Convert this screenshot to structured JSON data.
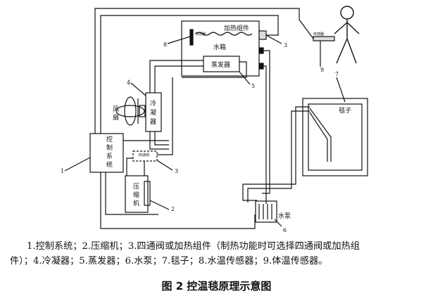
{
  "diagram": {
    "labels": {
      "control_system": [
        "控",
        "制",
        "系",
        "统"
      ],
      "compressor": [
        "压",
        "缩",
        "机"
      ],
      "condenser": [
        "冷",
        "凝",
        "器"
      ],
      "fan": [
        "风",
        "扇"
      ],
      "evaporator": "蒸发器",
      "water_tank": "水箱",
      "heating_component": "加热组件",
      "sensor_small": "传感器",
      "four_way_valve": "四通阀",
      "blanket": "毯子",
      "water_pump": "水泵"
    },
    "callouts": [
      "1",
      "2",
      "3",
      "3",
      "4",
      "5",
      "6",
      "7",
      "8",
      "9"
    ]
  },
  "legend": {
    "line1": "1.控制系统；2.压缩机；3.四通阀或加热组件（制热功能时可选择四通阀或加热组",
    "line2": "件）；4.冷凝器；5.蒸发器；6.水泵；7.毯子；8.水温传感器；9.体温传感器。"
  },
  "caption": "图 2  控温毯原理示意图"
}
